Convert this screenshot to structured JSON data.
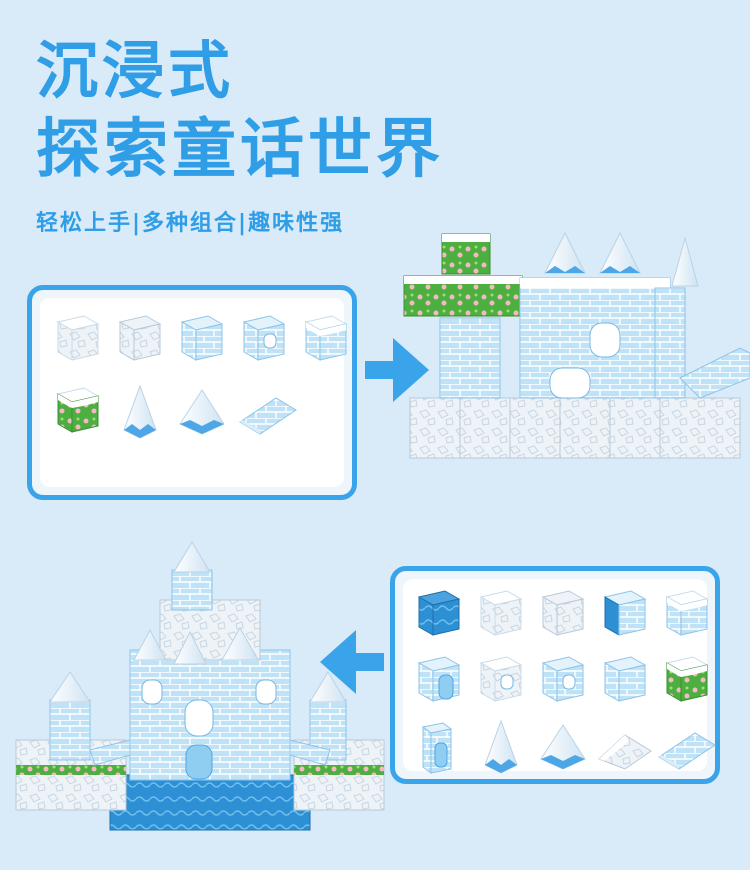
{
  "headline": {
    "line1": "沉浸式",
    "line2": "探索童话世界"
  },
  "subtitle": "轻松上手|多种组合|趣味性强",
  "colors": {
    "accent": "#2f9ee6",
    "panel_border": "#3aa4ea",
    "background": "#d9ebf8",
    "ice_light": "#eef5fb",
    "ice_blue": "#a8d6f3",
    "grass": "#4caf3f"
  },
  "panel_top": {
    "blocks": [
      "snow-cube-icon",
      "stone-cube-icon",
      "brick-cube-icon",
      "window-cube-icon",
      "snow-top-brick-icon",
      "grass-flower-cube-icon",
      "ice-spire-icon",
      "ice-pyramid-icon",
      "ice-ramp-icon"
    ]
  },
  "panel_bottom": {
    "blocks": [
      "water-cube-icon",
      "snow-cube-icon",
      "stone-cube-icon",
      "pillar-brick-icon",
      "snow-top-brick-icon",
      "door-cube-icon",
      "window-cube-icon",
      "arched-window-cube-icon",
      "brick-cube-icon",
      "grass-flower-cube-icon",
      "door-pillar-icon",
      "ice-spire-icon",
      "ice-pyramid-icon",
      "snow-slope-icon",
      "ice-ramp-icon"
    ]
  }
}
